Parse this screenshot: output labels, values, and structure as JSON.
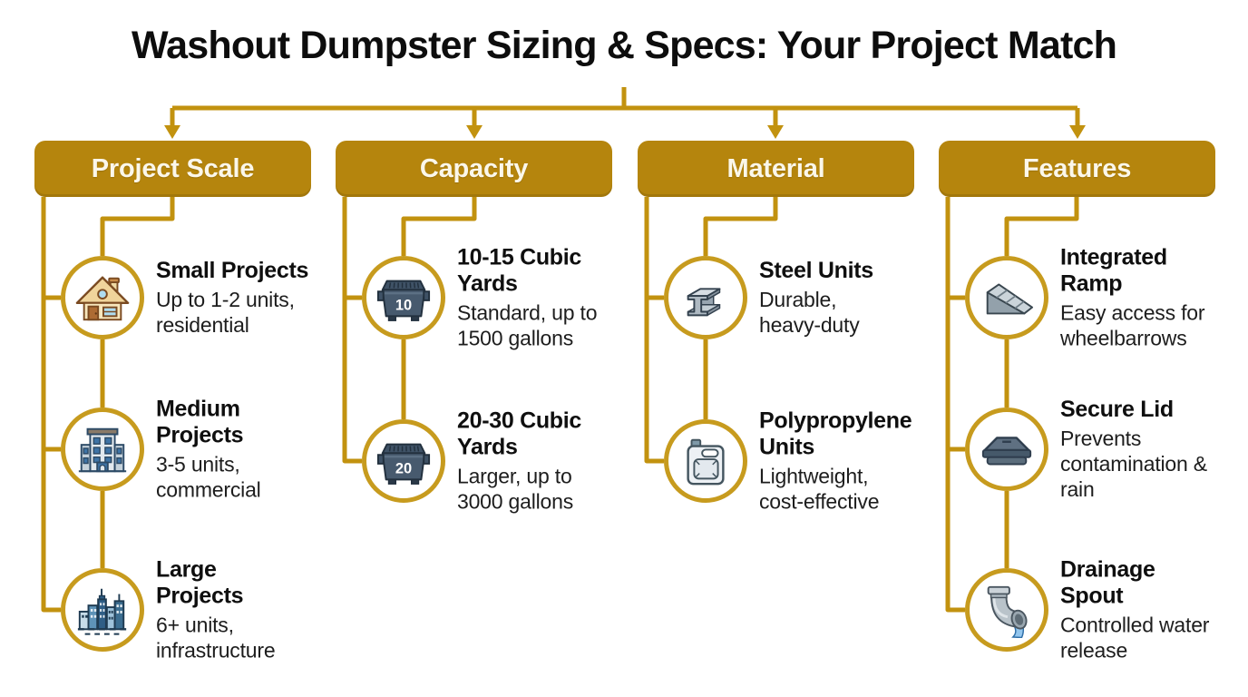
{
  "title": "Washout Dumpster Sizing & Specs: Your Project Match",
  "colors": {
    "connector_gold": "#C2920F",
    "header_box_gold": "#B5850D",
    "circle_ring_gold": "#C79B1E",
    "header_text": "#FBF7EA",
    "title_text": "#0D0D0D",
    "body_text": "#1D1D1D"
  },
  "columns": [
    {
      "header": "Project Scale",
      "items": [
        {
          "icon": "house-icon",
          "title_lines": [
            "Small Projects"
          ],
          "desc_lines": [
            "Up to 1-2 units,",
            "residential"
          ]
        },
        {
          "icon": "office-building-icon",
          "title_lines": [
            "Medium",
            "Projects"
          ],
          "desc_lines": [
            "3-5 units,",
            "commercial"
          ]
        },
        {
          "icon": "city-skyline-icon",
          "title_lines": [
            "Large",
            "Projects"
          ],
          "desc_lines": [
            "6+ units,",
            "infrastructure"
          ]
        }
      ]
    },
    {
      "header": "Capacity",
      "items": [
        {
          "icon": "dumpster-10-icon",
          "icon_label": "10",
          "title_lines": [
            "10-15 Cubic",
            "Yards"
          ],
          "desc_lines": [
            "Standard, up to",
            "1500 gallons"
          ]
        },
        {
          "icon": "dumpster-20-icon",
          "icon_label": "20",
          "title_lines": [
            "20-30 Cubic",
            "Yards"
          ],
          "desc_lines": [
            "Larger, up to",
            "3000 gallons"
          ]
        }
      ]
    },
    {
      "header": "Material",
      "items": [
        {
          "icon": "steel-beam-icon",
          "title_lines": [
            "Steel Units"
          ],
          "desc_lines": [
            "Durable,",
            "heavy-duty"
          ]
        },
        {
          "icon": "jerry-can-icon",
          "title_lines": [
            "Polypropylene",
            "Units"
          ],
          "desc_lines": [
            "Lightweight,",
            "cost-effective"
          ]
        }
      ]
    },
    {
      "header": "Features",
      "items": [
        {
          "icon": "ramp-icon",
          "title_lines": [
            "Integrated",
            "Ramp"
          ],
          "desc_lines": [
            "Easy access for",
            "wheelbarrows"
          ]
        },
        {
          "icon": "lid-icon",
          "title_lines": [
            "Secure Lid"
          ],
          "desc_lines": [
            "Prevents",
            "contamination &",
            "rain"
          ]
        },
        {
          "icon": "drainage-spout-icon",
          "title_lines": [
            "Drainage",
            "Spout"
          ],
          "desc_lines": [
            "Controlled water",
            "release"
          ]
        }
      ]
    }
  ]
}
